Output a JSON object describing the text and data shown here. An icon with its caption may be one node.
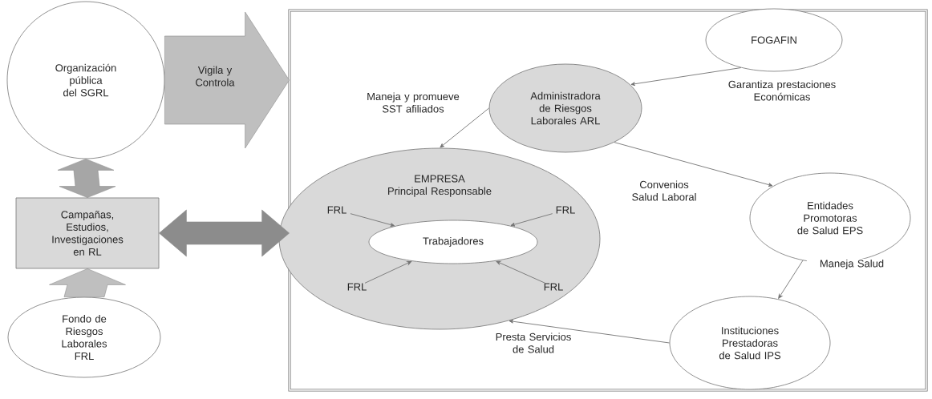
{
  "diagram": {
    "nodes": [
      {
        "text": [
          "Organización pública del SGRL"
        ]
      },
      {
        "text": [
          "Campañas, Estudios, Investigaciones en RL"
        ]
      },
      {
        "text": [
          "Fondo de Riesgos Laborales FRL"
        ]
      },
      {
        "text": [],
        "shape": "box"
      },
      {
        "text": [
          "FOGAFIN"
        ],
        "in": 3
      },
      {
        "text": [
          "Administradora de Riesgos Laborales ARL"
        ],
        "in": 3
      },
      {
        "text": [
          "EMPRESA",
          "Principal Responsable"
        ],
        "in": 3
      },
      {
        "text": [
          "FRL"
        ],
        "in": 6
      },
      {
        "text": [
          "FRL"
        ],
        "in": 6
      },
      {
        "text": [
          "Trabajadores"
        ],
        "in": 6
      },
      {
        "text": [
          "FRL"
        ],
        "in": 6
      },
      {
        "text": [
          "FRL"
        ],
        "in": 6
      },
      {
        "text": [
          "Entidades Promotoras de Salud EPS"
        ],
        "in": 3
      },
      {
        "text": [
          "Instituciones Prestadoras de Salud IPS"
        ],
        "in": 3
      }
    ],
    "edges": [
      {
        "from": 0,
        "to": 3,
        "arrow": "to",
        "label": "Vigila y Controla",
        "style": "thick",
        "color": "#bfbfbf"
      },
      {
        "from": 0,
        "to": 1,
        "arrow": "both",
        "style": "thick",
        "color": "#a6a6a6"
      },
      {
        "from": 2,
        "to": 1,
        "arrow": "to",
        "style": "thick",
        "color": "#bfbfbf"
      },
      {
        "from": 1,
        "to": 3,
        "arrow": "both",
        "style": "thick",
        "color": "#8c8c8c"
      },
      {
        "from": 4,
        "to": 5,
        "arrow": "to",
        "label": "Garantiza prestaciones Económicas"
      },
      {
        "from": 5,
        "to": 6,
        "arrow": "to",
        "label": "Maneja y promueve SST afiliados"
      },
      {
        "from": 5,
        "to": 12,
        "arrow": "to",
        "label": "Convenios Salud Laboral"
      },
      {
        "from": 12,
        "to": 13,
        "arrow": "to",
        "label": "Maneja Salud"
      },
      {
        "from": 13,
        "to": 6,
        "arrow": "to",
        "label": "Presta Servicios de Salud"
      },
      {
        "from": 7,
        "to": 9,
        "arrow": "to"
      },
      {
        "from": 8,
        "to": 9,
        "arrow": "to"
      },
      {
        "from": 10,
        "to": 9,
        "arrow": "to"
      },
      {
        "from": 11,
        "to": 9,
        "arrow": "to"
      }
    ]
  }
}
